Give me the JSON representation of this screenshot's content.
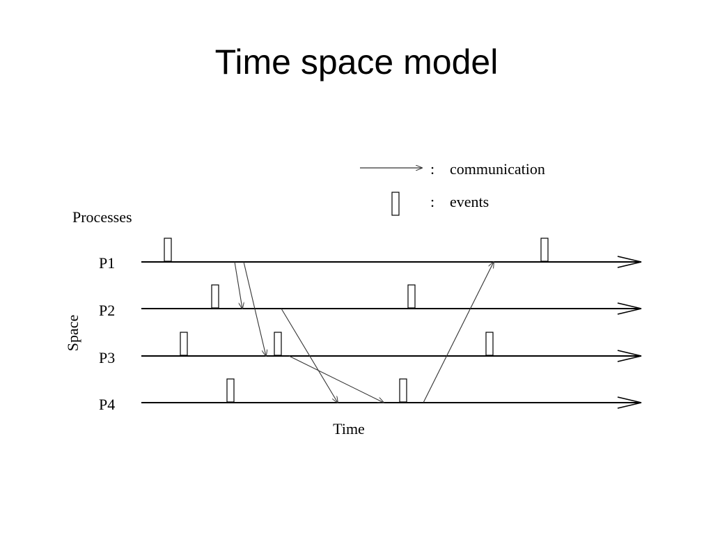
{
  "slide": {
    "title": "Time space model"
  },
  "diagram": {
    "legend": {
      "separator": ":",
      "communication_label": "communication",
      "events_label": "events"
    },
    "axis": {
      "processes_label": "Processes",
      "space_label": "Space",
      "time_label": "Time"
    },
    "processes": [
      "P1",
      "P2",
      "P3",
      "P4"
    ],
    "events": [
      {
        "process": "P1",
        "t": 241
      },
      {
        "process": "P1",
        "t": 782
      },
      {
        "process": "P2",
        "t": 309
      },
      {
        "process": "P2",
        "t": 591
      },
      {
        "process": "P3",
        "t": 264
      },
      {
        "process": "P3",
        "t": 399
      },
      {
        "process": "P3",
        "t": 703
      },
      {
        "process": "P4",
        "t": 331
      },
      {
        "process": "P4",
        "t": 579
      }
    ],
    "messages": [
      {
        "from": "P1",
        "t_send": 337,
        "to": "P2",
        "t_recv": 348
      },
      {
        "from": "P1",
        "t_send": 350,
        "to": "P3",
        "t_recv": 382
      },
      {
        "from": "P2",
        "t_send": 404,
        "to": "P4",
        "t_recv": 485
      },
      {
        "from": "P3",
        "t_send": 415,
        "to": "P4",
        "t_recv": 551
      },
      {
        "from": "P4",
        "t_send": 608,
        "to": "P1",
        "t_recv": 709
      }
    ],
    "colors": {
      "line": "#000000",
      "message": "#333333",
      "background": "#ffffff"
    }
  }
}
